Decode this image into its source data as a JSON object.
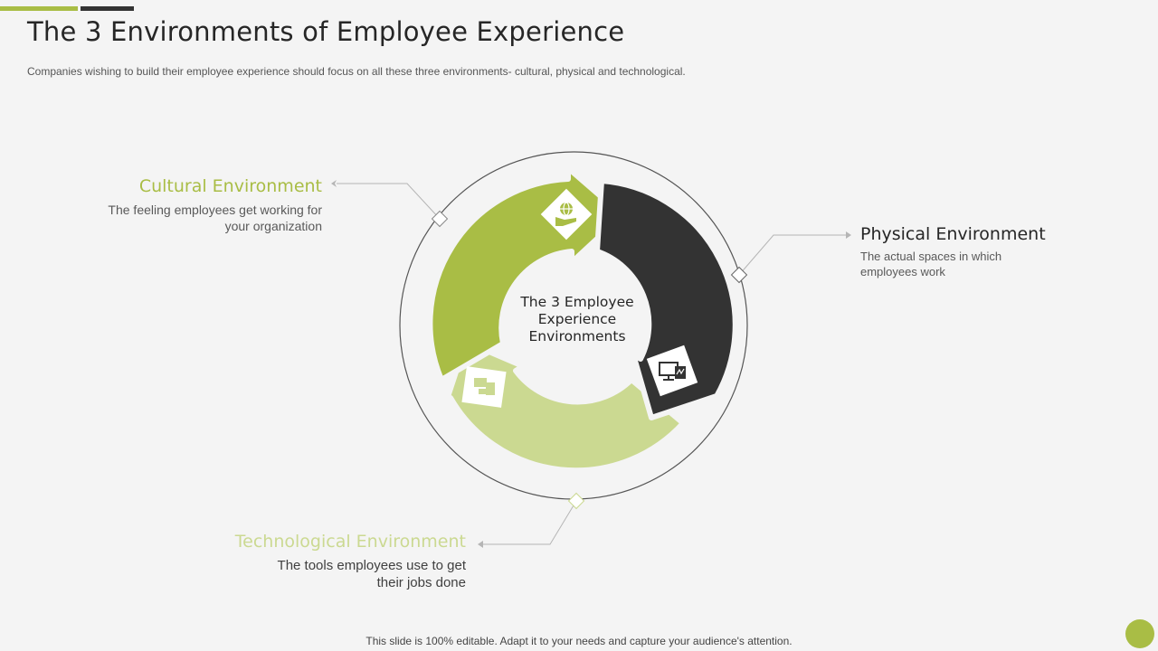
{
  "slide": {
    "title": "The 3 Environments of Employee Experience",
    "subtitle": "Companies wishing to build their employee experience should focus on all these three environments- cultural, physical and technological.",
    "center_label_lines": [
      "The 3 Employee",
      "Experience",
      "Environments"
    ],
    "footer": "This slide is 100% editable. Adapt it to your needs and capture your audience's attention."
  },
  "environments": [
    {
      "heading": "Cultural Environment",
      "desc_lines": [
        "The feeling employees get working for",
        "your organization"
      ],
      "color": "#a9bd45",
      "icon": "globe-hand-icon"
    },
    {
      "heading": "Physical Environment",
      "desc_lines": [
        "The actual spaces in which",
        "employees work"
      ],
      "color": "#333333",
      "icon": "monitor-chart-icon"
    },
    {
      "heading": "Technological Environment",
      "desc_lines": [
        "The tools employees use to get",
        "their jobs done"
      ],
      "color": "#cbd991",
      "icon": "devices-icon"
    }
  ],
  "colors": {
    "accent": "#a9bd45",
    "dark": "#333333",
    "light_green": "#cbd991",
    "background": "#f4f4f4"
  }
}
